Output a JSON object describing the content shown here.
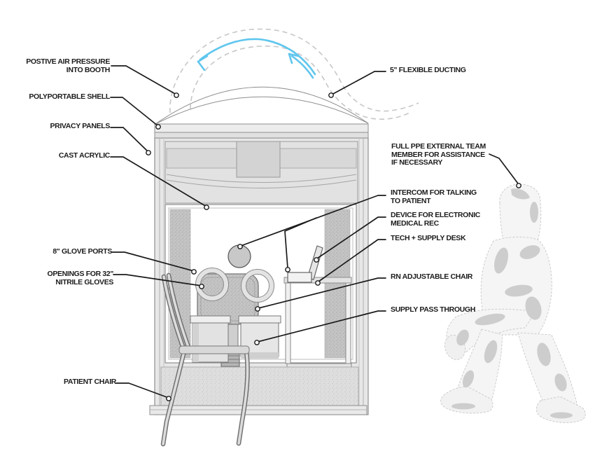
{
  "diagram": {
    "subject": "ventilated testing booth cutaway diagram",
    "colors": {
      "leader_line": "#1b1b1b",
      "duct_dash": "#c7c7c7",
      "airflow_arrow": "#5fc6ee",
      "booth_gray": "#e6e6e6",
      "speckle_gray": "#c6c6c6"
    },
    "labels": {
      "positive_air": "POSTIVE AIR PRESSURE\nINTO BOOTH",
      "polyportable_shell": "POLYPORTABLE SHELL",
      "privacy_panels": "PRIVACY PANELS",
      "cast_acrylic": "CAST ACRYLIC",
      "glove_ports": "8\" GLOVE PORTS",
      "nitrile_gloves": "OPENINGS FOR 32\"\nNITRILE GLOVES",
      "patient_chair": "PATIENT CHAIR",
      "flexible_ducting": "5\" FLEXIBLE DUCTING",
      "full_ppe": "FULL PPE EXTERNAL TEAM\nMEMBER FOR ASSISTANCE\nIF NECESSARY",
      "intercom": "INTERCOM FOR TALKING\nTO PATIENT",
      "emr_device": "DEVICE FOR ELECTRONIC\nMEDICAL REC",
      "tech_desk": "TECH + SUPPLY DESK",
      "rn_chair": "RN ADJUSTABLE CHAIR",
      "supply_pass": "SUPPLY PASS THROUGH"
    }
  }
}
